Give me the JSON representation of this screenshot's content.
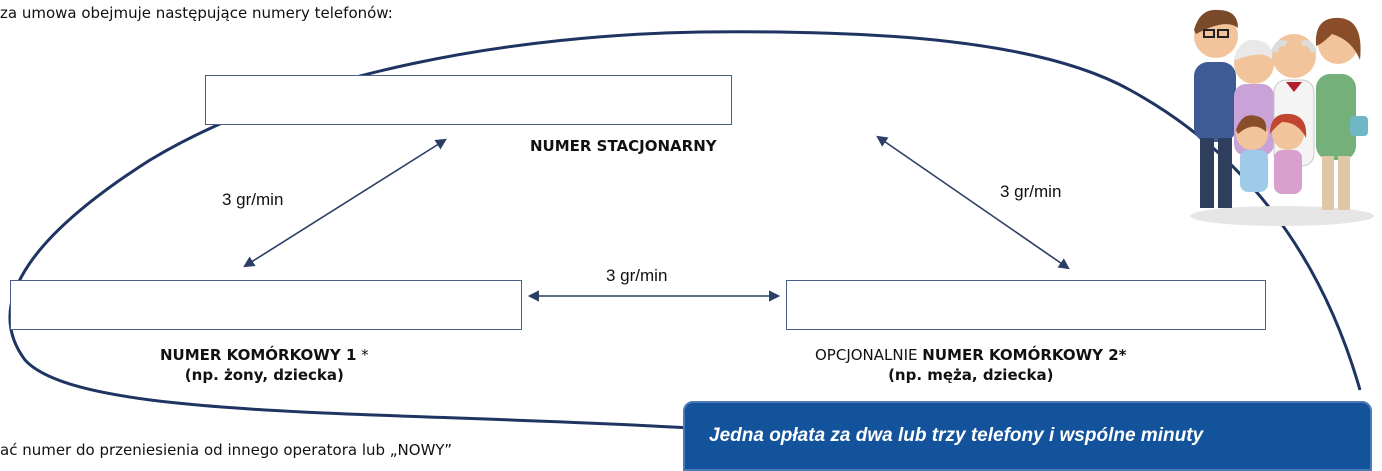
{
  "intro_text": "za umowa obejmuje następujące numery telefonów:",
  "fixed_number": {
    "label": "NUMER STACJONARNY"
  },
  "mobile1": {
    "label_bold": "NUMER KOMÓRKOWY  1",
    "label_suffix": " *",
    "sub": "(np. żony, dziecka)"
  },
  "mobile2": {
    "prefix": "OPCJONALNIE ",
    "label_bold": "NUMER KOMÓRKOWY 2*",
    "sub": "(np. męża, dziecka)"
  },
  "rates": {
    "fixed_mobile1": "3 gr/min",
    "fixed_mobile2": "3 gr/min",
    "mobile1_mobile2": "3 gr/min"
  },
  "bottom_text": "ać numer do przeniesienia od innego operatora lub „NOWY”",
  "banner_text": "Jedna opłata za dwa lub trzy telefony i wspólne minuty",
  "colors": {
    "arrow": "#2c3e64",
    "banner": "#12539c",
    "box_border": "#4a5f86"
  },
  "image": {
    "icon": "family-illustration"
  }
}
